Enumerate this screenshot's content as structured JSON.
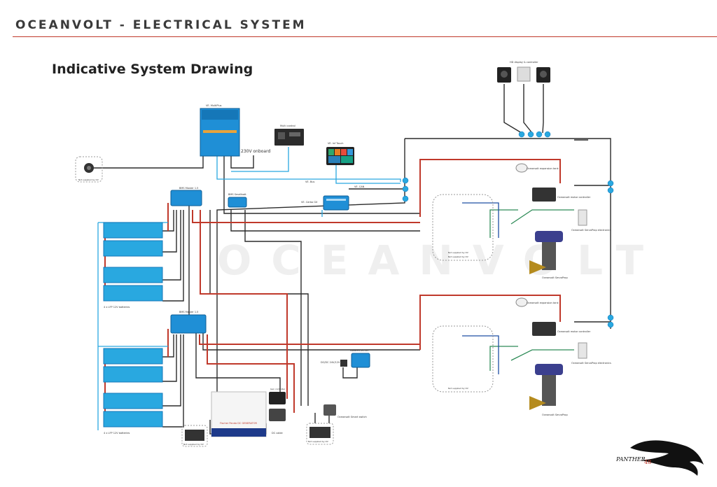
{
  "header": {
    "title": "OCEANVOLT - ELECTRICAL SYSTEM"
  },
  "page": {
    "title": "Indicative System Drawing"
  },
  "diagram": {
    "watermark": "OCEANVOLT",
    "labels": {
      "multi": "VE. MultiPlus",
      "onboard": "230V onboard",
      "shore": "Not supplied by OV",
      "remote": "Multi control",
      "touch": "VE. Inf Touch",
      "vebus": "VE. Bus",
      "vecan": "VE. CAN",
      "cerbo": "VE. Cerbo GX",
      "master1": "BMS Master 1.5",
      "master2": "BMS Master 1.5",
      "bms_small": "BMS Smallbatt",
      "bank1": "4 x LFP 12V batteries",
      "bank2": "4 x LFP 12V batteries",
      "display": "HD display & controller",
      "exp1": "Oceanvolt expansion tank",
      "exp2": "Oceanvolt expansion tank",
      "ctrl1": "Oceanvolt motor controller",
      "ctrl2": "Oceanvolt motor controller",
      "pump1": "Oceanvolt ServoProp electronics",
      "pump2": "Oceanvolt ServoProp electronics",
      "prop1": "Oceanvolt ServoProp",
      "prop2": "Oceanvolt ServoProp",
      "notsup1": "Not supplied by OV",
      "notsup2": "Not supplied by OV",
      "generator": "Fischer Panda DC GENERATOR",
      "gen_ctrl": "Gen controller",
      "dc_cable": "DC cable",
      "switch": "Oceanvolt Smart switch",
      "isolated": "Isolated DC-DC",
      "dcdc": "DC/DC 24V/12V",
      "notsup3": "Not supplied by OV",
      "notsup4": "Not supplied by OV",
      "notsup5": "Not supplied by OV",
      "panther": "PANTHER",
      "panther_num": "48"
    }
  }
}
